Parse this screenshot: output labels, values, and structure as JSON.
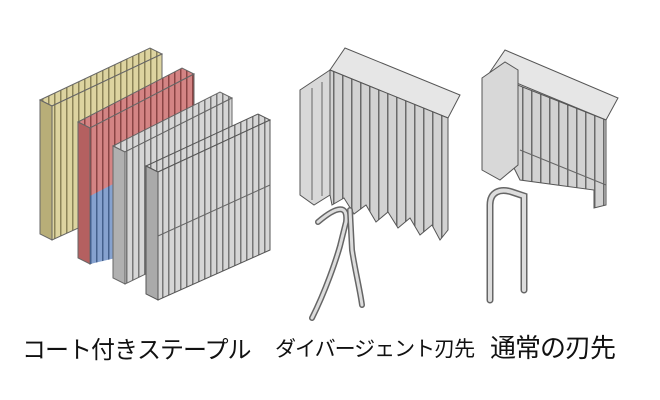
{
  "labels": {
    "coated": "コート付きステープル",
    "divergent": "ダイバージェント刃先",
    "normal": "通常の刃先"
  },
  "colors": {
    "gold": "#d9d09a",
    "red": "#cf7a7a",
    "blue": "#7d9ccc",
    "silver": "#cfcfcf",
    "outline": "#555555"
  }
}
